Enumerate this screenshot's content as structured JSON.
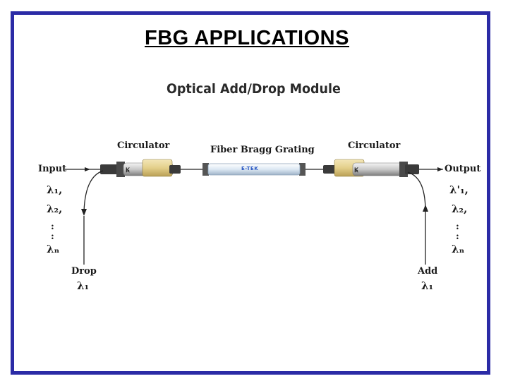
{
  "slide": {
    "title": "FBG APPLICATIONS"
  },
  "diagram": {
    "title": "Optical Add/Drop Module",
    "labels": {
      "circulator_left": "Circulator",
      "circulator_right": "Circulator",
      "fbg": "Fiber Bragg Grating",
      "fbg_brand": "E-TEK",
      "input": "Input",
      "output": "Output",
      "drop": "Drop",
      "add": "Add"
    },
    "input_wavelengths": [
      "λ₁,",
      "λ₂,",
      "λₙ"
    ],
    "output_wavelengths": [
      "λ'₁,",
      "λ₂,",
      "λₙ"
    ],
    "drop_wavelength": "λ₁",
    "add_wavelength": "λ₁",
    "ellipsis": ":"
  },
  "colors": {
    "frame": "#2b2ba6",
    "circulator_body": "#e8d6a0",
    "fbg_tube": "#dce8f3"
  }
}
